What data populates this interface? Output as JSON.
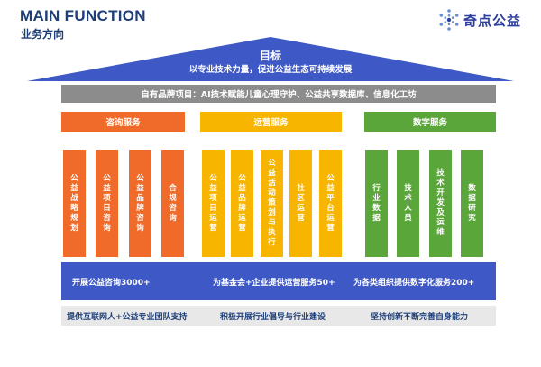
{
  "header": {
    "title_en": "MAIN FUNCTION",
    "title_cn": "业务方向"
  },
  "logo": {
    "icon": "snowflake-dots-icon",
    "text": "奇点公益",
    "color": "#2d3fa0"
  },
  "goal": {
    "title": "目标",
    "subtitle": "以专业技术力量，促进公益生态可持续发展"
  },
  "brand_projects": "自有品牌项目：AI技术赋能儿童心理守护、公益共享数据库、信息化工坊",
  "colors": {
    "roof": "#3e59c6",
    "orange": "#f06b2a",
    "yellow": "#f7b500",
    "green": "#5ba63a",
    "grey_band": "#8c8c8c",
    "stats_band": "#3e59c6",
    "footer_band": "#e8e8e8"
  },
  "categories": [
    {
      "label": "咨询服务",
      "color": "orange",
      "pillars": [
        "公益战略规划",
        "公益项目咨询",
        "公益品牌咨询",
        "合规咨询"
      ]
    },
    {
      "label": "运营服务",
      "color": "yellow",
      "pillars": [
        "公益项目运营",
        "公益品牌运营",
        "公益活动策划与执行",
        "社区运营",
        "公益平台运营"
      ]
    },
    {
      "label": "数字服务",
      "color": "green",
      "pillars": [
        "行业数据",
        "技术人员",
        "技术开发及运维",
        "数据研究"
      ]
    }
  ],
  "stats": [
    "开展公益咨询3000+",
    "为基金会+企业提供运营服务50+",
    "为各类组织提供数字化服务200+"
  ],
  "footer": [
    "提供互联网人+公益专业团队支持",
    "积极开展行业倡导与行业建设",
    "坚持创新不断完善自身能力"
  ]
}
